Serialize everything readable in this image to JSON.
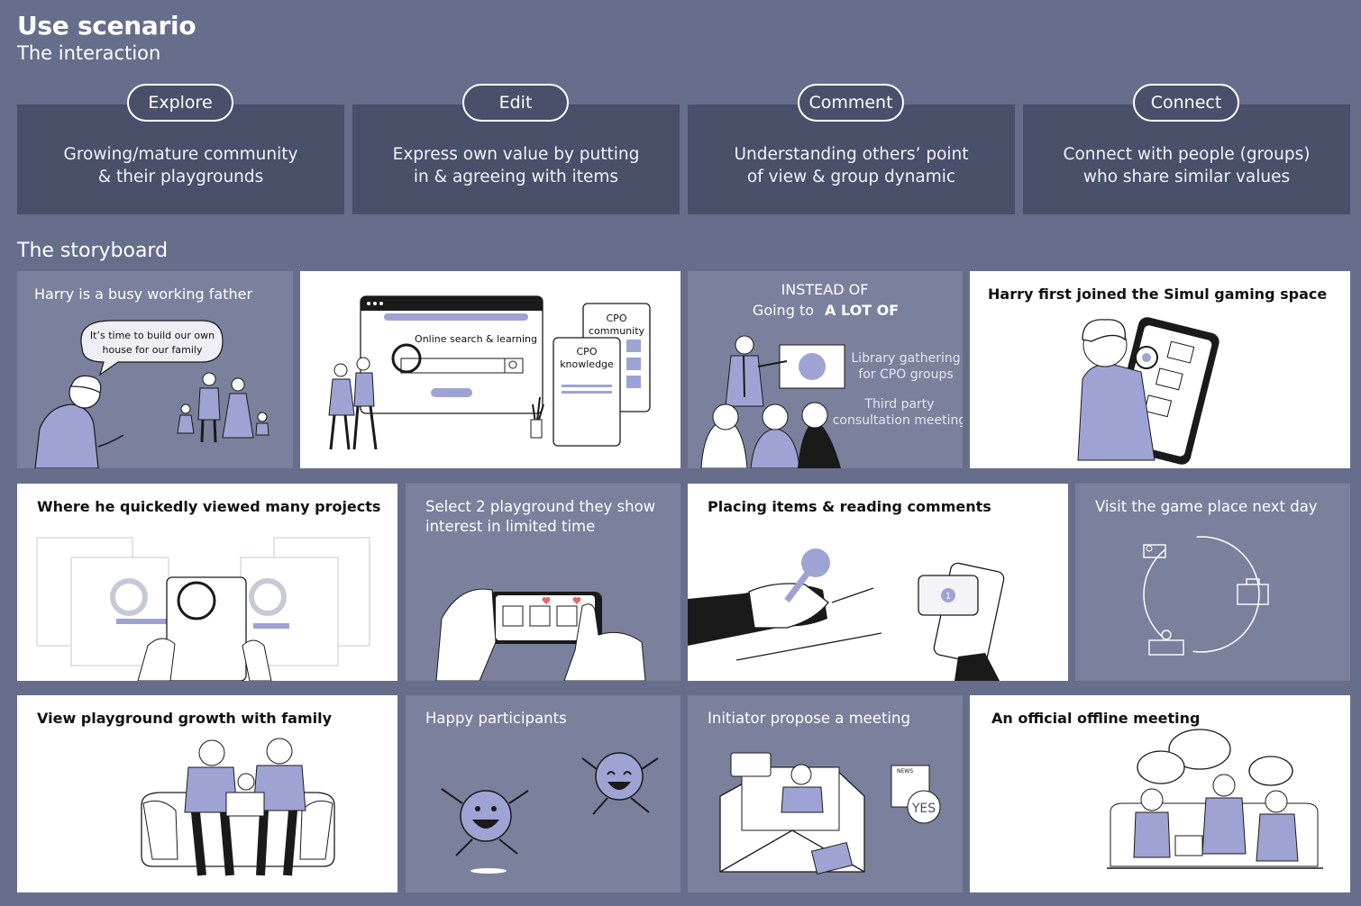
{
  "header": {
    "title": "Use scenario",
    "subtitle": "The interaction"
  },
  "stages": [
    {
      "label": "Explore",
      "line1": "Growing/mature community",
      "line2": "& their playgrounds"
    },
    {
      "label": "Edit",
      "line1": "Express own value by putting",
      "line2": "in & agreeing with items"
    },
    {
      "label": "Comment",
      "line1": "Understanding others’ point",
      "line2": "of view & group dynamic"
    },
    {
      "label": "Connect",
      "line1": "Connect with people (groups)",
      "line2": "who share similar values"
    }
  ],
  "storyboard": {
    "heading": "The storyboard",
    "panels": [
      {
        "caption": "Harry is a busy working father",
        "bubble_line1": "It’s time to build our own",
        "bubble_line2": "house for our family"
      },
      {
        "browser_label": "Online search & learning",
        "card1_line1": "CPO",
        "card1_line2": "community",
        "card2_line1": "CPO",
        "card2_line2": "knowledge"
      },
      {
        "line1": "INSTEAD OF",
        "line2_prefix": "Going to",
        "line2_emph": "A LOT OF",
        "option1_line1": "Library gathering",
        "option1_line2": "for CPO groups",
        "option2_line1": "Third party",
        "option2_line2": "consultation meeting"
      },
      {
        "caption": "Harry first joined the Simul gaming space"
      },
      {
        "caption": "Where he quickedly viewed many projects"
      },
      {
        "caption_line1": "Select 2 playground they show",
        "caption_line2": "interest in limited time"
      },
      {
        "caption": "Placing items & reading comments",
        "badge": "1"
      },
      {
        "caption": "Visit the game place next day"
      },
      {
        "caption": "View playground growth with family"
      },
      {
        "caption": "Happy participants"
      },
      {
        "caption": "Initiator propose a meeting",
        "news": "NEWS",
        "yes": "YES"
      },
      {
        "caption": "An official offline meeting"
      }
    ]
  },
  "colors": {
    "background": "#666e8c",
    "stage_box": "#4a4f6a",
    "gray_panel": "#7b809c",
    "accent_lilac": "#9ea3d4",
    "ink": "#1a1a1a"
  }
}
